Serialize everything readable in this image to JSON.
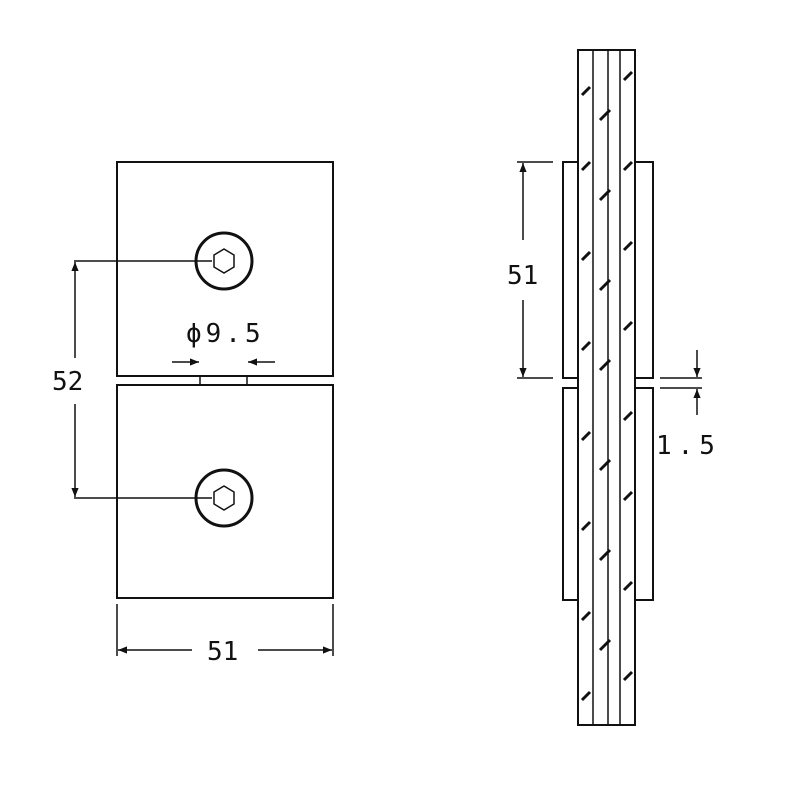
{
  "front_view": {
    "height_dimension": "52",
    "hole_diameter": "ϕ9.5",
    "width_dimension": "51"
  },
  "side_view": {
    "height_dimension": "51",
    "gap_dimension": "1.5"
  },
  "colors": {
    "line": "#111111",
    "background": "#ffffff"
  }
}
